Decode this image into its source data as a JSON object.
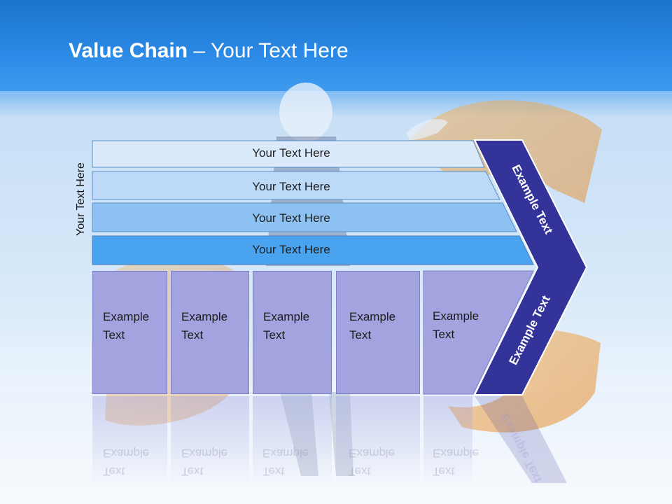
{
  "slide": {
    "title_bold": "Value Chain",
    "title_rest": " – Your Text Here"
  },
  "diagram": {
    "vertical_label": "Your Text Here",
    "support_activities": [
      {
        "label": "Your Text Here"
      },
      {
        "label": "Your Text Here"
      },
      {
        "label": "Your Text Here"
      },
      {
        "label": "Your Text Here"
      }
    ],
    "primary_activities": [
      {
        "line1": "Example",
        "line2": "Text"
      },
      {
        "line1": "Example",
        "line2": "Text"
      },
      {
        "line1": "Example",
        "line2": "Text"
      },
      {
        "line1": "Example",
        "line2": "Text"
      },
      {
        "line1": "Example",
        "line2": "Text"
      }
    ],
    "margin_upper": "Example Text",
    "margin_lower": "Example Text"
  },
  "colors": {
    "header": "#2b8ae6",
    "bar1": "#dbeafb",
    "bar2": "#bcd9f7",
    "bar3": "#8cc1f2",
    "bar4": "#4aa3ee",
    "primary_box": "#a3a3e0",
    "margin_arrow": "#33339a"
  }
}
